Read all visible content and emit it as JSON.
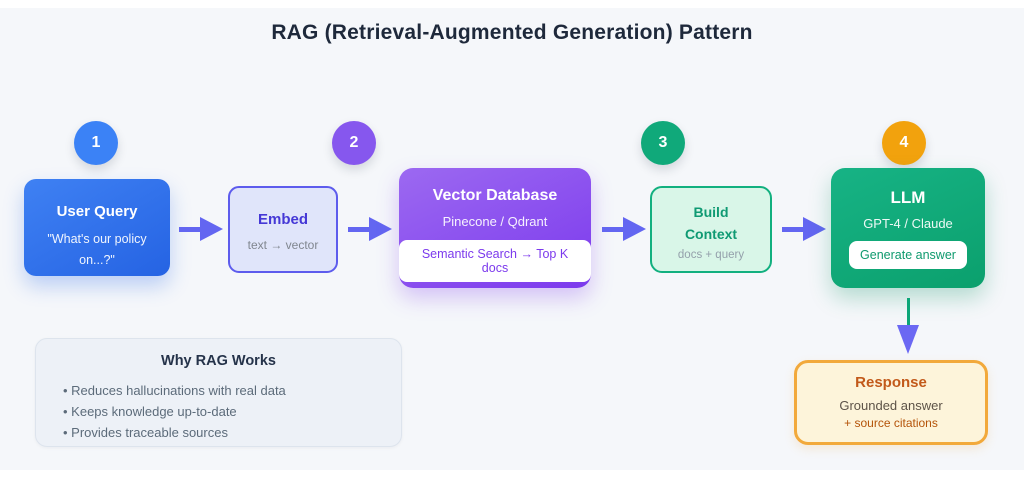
{
  "page": {
    "title": "RAG (Retrieval-Augmented Generation) Pattern"
  },
  "badges": [
    {
      "label": "1",
      "color": "#3b82f6"
    },
    {
      "label": "2",
      "color": "#8657ee"
    },
    {
      "label": "3",
      "color": "#10a97a"
    },
    {
      "label": "4",
      "color": "#f2a20d"
    }
  ],
  "nodes": {
    "user_query": {
      "title": "User Query",
      "subtitle": "\"What's our policy on...?\""
    },
    "embed": {
      "title": "Embed",
      "subtitle": "text → vector"
    },
    "vector_db": {
      "title": "Vector Database",
      "subtitle": "Pinecone / Qdrant",
      "pill": "Semantic Search → Top K docs"
    },
    "build_context": {
      "title": "Build Context",
      "subtitle": "docs + query"
    },
    "llm": {
      "title": "LLM",
      "subtitle": "GPT-4 / Claude",
      "pill": "Generate answer"
    },
    "response": {
      "title": "Response",
      "subtitle": "Grounded answer",
      "subtitle2": "+ source citations"
    }
  },
  "info_panel": {
    "title": "Why RAG Works",
    "bullets": [
      "• Reduces hallucinations with real data",
      "• Keeps knowledge up-to-date",
      "• Provides traceable sources"
    ]
  },
  "colors": {
    "background": "#f5f7fa",
    "arrow": "#6366f1",
    "vertical_arrow_stem": "#0ca678",
    "step1_blue": "#3b82f6",
    "step2_purple": "#8657ee",
    "step3_green": "#10a97a",
    "step4_orange": "#f2a20d",
    "response_border": "#f2a93b"
  }
}
